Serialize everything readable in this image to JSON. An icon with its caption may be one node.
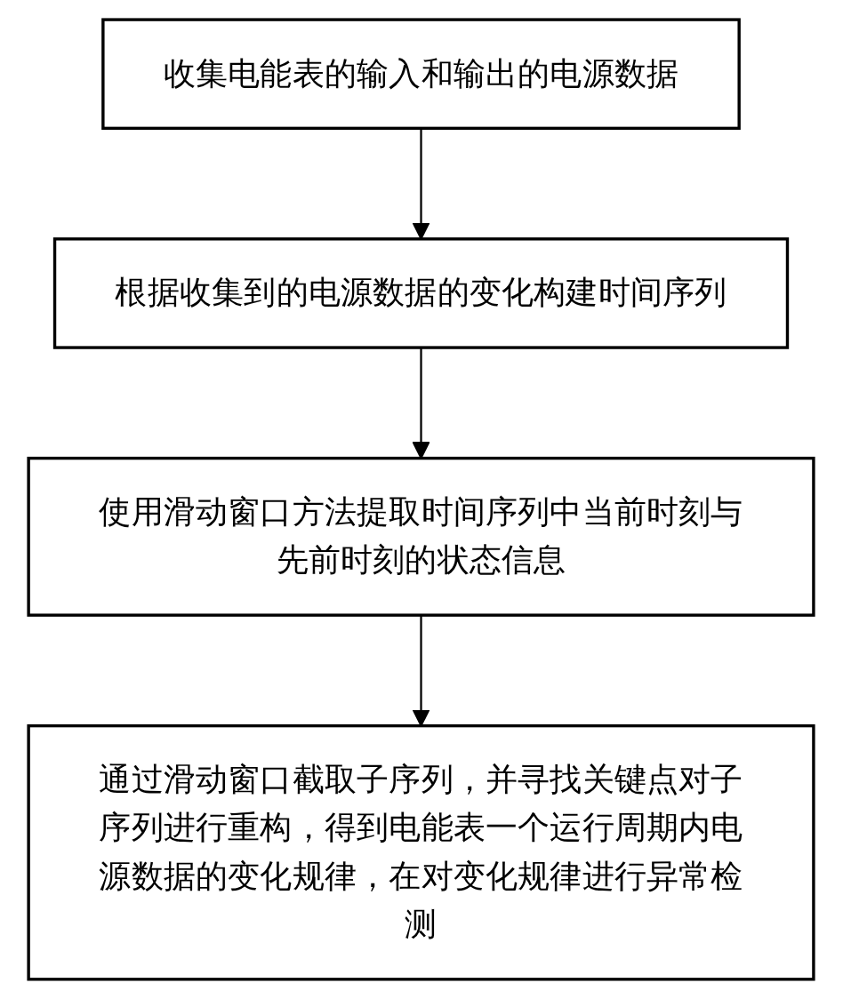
{
  "diagram": {
    "nodes": [
      {
        "text": [
          "收集电能表的输入和输出的电源数据"
        ]
      },
      {
        "text": [
          "根据收集到的电源数据的变化构建时间序列"
        ]
      },
      {
        "text": [
          "使用滑动窗口方法提取时间序列中当前时刻与先前时刻的状态信息"
        ]
      },
      {
        "text": [
          "通过滑动窗口截取子序列，并寻找关键点对子序列进行重构，得到电能表一个运行周期内电源数据的变化规律，在对变化规律进行异常检测"
        ]
      }
    ],
    "edges": [
      {
        "from": 0,
        "to": 1,
        "arrow": "to"
      },
      {
        "from": 1,
        "to": 2,
        "arrow": "to"
      },
      {
        "from": 2,
        "to": 3,
        "arrow": "to"
      }
    ]
  }
}
